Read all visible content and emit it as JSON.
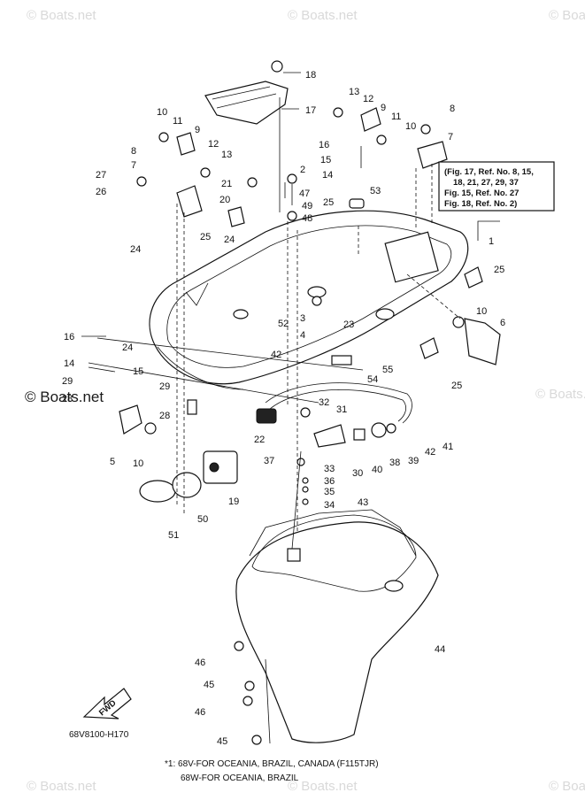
{
  "watermark": {
    "text": "© Boats.net",
    "big_text": "© Boats.net"
  },
  "callout": {
    "lines": [
      "(Fig. 17, Ref. No. 8, 15,",
      "18, 21, 27, 29, 37",
      "Fig. 15, Ref. No. 27",
      "Fig. 18, Ref. No. 2)"
    ]
  },
  "fwd_label": "FWD",
  "diagram_code": "68V8100-H170",
  "footnotes": [
    "*1: 68V-FOR OCEANIA, BRAZIL, CANADA (F115TJR)",
    "68W-FOR OCEANIA, BRAZIL"
  ],
  "part_numbers": [
    "1",
    "2",
    "3",
    "4",
    "5",
    "6",
    "7",
    "8",
    "9",
    "10",
    "11",
    "12",
    "13",
    "14",
    "15",
    "16",
    "17",
    "18",
    "19",
    "20",
    "21",
    "22",
    "23",
    "24",
    "25",
    "26",
    "27",
    "28",
    "29",
    "30",
    "31",
    "32",
    "33",
    "34",
    "35",
    "36",
    "37",
    "38",
    "39",
    "40",
    "41",
    "42",
    "43",
    "44",
    "45",
    "46",
    "47",
    "48",
    "49",
    "50",
    "51",
    "52",
    "53",
    "54",
    "55"
  ],
  "labels": [
    {
      "t": "18"
    },
    {
      "t": "17"
    },
    {
      "t": "13"
    },
    {
      "t": "12"
    },
    {
      "t": "9"
    },
    {
      "t": "11"
    },
    {
      "t": "10"
    },
    {
      "t": "8"
    },
    {
      "t": "7"
    },
    {
      "t": "10"
    },
    {
      "t": "11"
    },
    {
      "t": "9"
    },
    {
      "t": "12"
    },
    {
      "t": "13"
    },
    {
      "t": "8"
    },
    {
      "t": "7"
    },
    {
      "t": "27"
    },
    {
      "t": "26"
    },
    {
      "t": "21"
    },
    {
      "t": "20"
    },
    {
      "t": "25"
    },
    {
      "t": "24"
    },
    {
      "t": "16"
    },
    {
      "t": "15"
    },
    {
      "t": "14"
    },
    {
      "t": "2"
    },
    {
      "t": "47"
    },
    {
      "t": "49"
    },
    {
      "t": "48"
    },
    {
      "t": "53"
    },
    {
      "t": "25"
    },
    {
      "t": "1"
    },
    {
      "t": "25"
    },
    {
      "t": "24"
    },
    {
      "t": "52"
    },
    {
      "t": "3"
    },
    {
      "t": "4"
    },
    {
      "t": "23"
    },
    {
      "t": "10"
    },
    {
      "t": "6"
    },
    {
      "t": "16"
    },
    {
      "t": "24"
    },
    {
      "t": "14"
    },
    {
      "t": "15"
    },
    {
      "t": "29"
    },
    {
      "t": "42"
    },
    {
      "t": "55"
    },
    {
      "t": "54"
    },
    {
      "t": "25"
    },
    {
      "t": "28"
    },
    {
      "t": "29"
    },
    {
      "t": "28"
    },
    {
      "t": "32"
    },
    {
      "t": "31"
    },
    {
      "t": "22"
    },
    {
      "t": "5"
    },
    {
      "t": "10"
    },
    {
      "t": "41"
    },
    {
      "t": "42"
    },
    {
      "t": "39"
    },
    {
      "t": "38"
    },
    {
      "t": "40"
    },
    {
      "t": "30"
    },
    {
      "t": "37"
    },
    {
      "t": "33"
    },
    {
      "t": "36"
    },
    {
      "t": "35"
    },
    {
      "t": "34"
    },
    {
      "t": "19"
    },
    {
      "t": "50"
    },
    {
      "t": "51"
    },
    {
      "t": "43"
    },
    {
      "t": "44"
    },
    {
      "t": "46"
    },
    {
      "t": "45"
    },
    {
      "t": "46"
    },
    {
      "t": "45"
    }
  ]
}
